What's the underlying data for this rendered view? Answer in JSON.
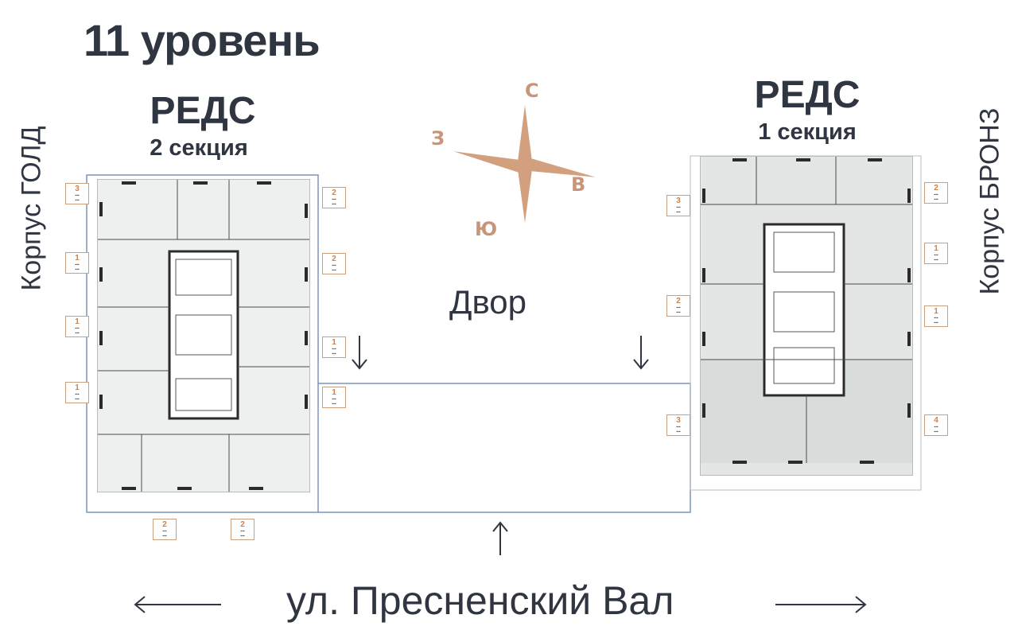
{
  "page": {
    "title": "11 уровень"
  },
  "left_building": {
    "name": "РЕДС",
    "section": "2 секция",
    "side_label": "Корпус ГОЛД"
  },
  "right_building": {
    "name": "РЕДС",
    "section": "1 секция",
    "side_label": "Корпус БРОНЗ"
  },
  "compass": {
    "north": "С",
    "east": "В",
    "south": "Ю",
    "west": "З",
    "color": "#c9957a"
  },
  "yard_label": "Двор",
  "street_label": "ул. Пресненский Вал",
  "left_tags": [
    "3",
    "2",
    "1",
    "2",
    "1",
    "1",
    "1",
    "1",
    "2",
    "2"
  ],
  "right_tags": [
    "3",
    "2",
    "2",
    "1",
    "1",
    "3",
    "4"
  ],
  "colors": {
    "accent": "#c9834f",
    "text": "#2f3541",
    "outline": "#6f8fb8"
  }
}
